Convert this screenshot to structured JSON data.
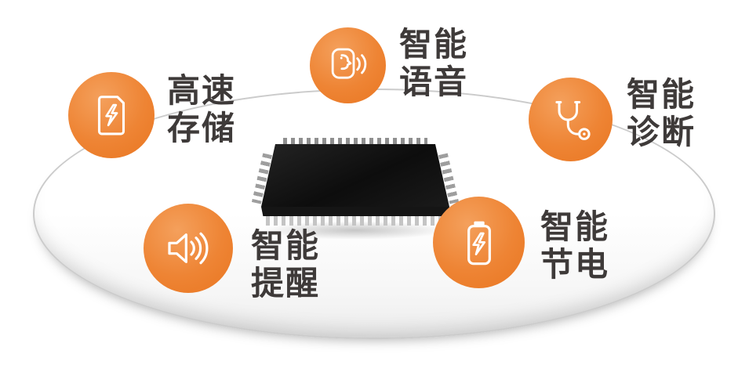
{
  "features": [
    {
      "name": "high-speed-storage",
      "icon": "memory-card-lightning-icon",
      "lines": [
        "高速",
        "存储"
      ]
    },
    {
      "name": "smart-voice",
      "icon": "speaking-face-icon",
      "lines": [
        "智能",
        "语音"
      ]
    },
    {
      "name": "smart-diagnosis",
      "icon": "stethoscope-icon",
      "lines": [
        "智能",
        "诊断"
      ]
    },
    {
      "name": "smart-reminder",
      "icon": "speaker-icon",
      "lines": [
        "智能",
        "提醒"
      ]
    },
    {
      "name": "smart-power-saving",
      "icon": "battery-lightning-icon",
      "lines": [
        "智能",
        "节电"
      ]
    }
  ],
  "colors": {
    "accent": "#EE8434",
    "accent_dark": "#E97621",
    "text": "#3E3A39",
    "ellipse_border": "#CBCBCB",
    "chip_body": "#111111",
    "pin": "#C4C4C4"
  }
}
